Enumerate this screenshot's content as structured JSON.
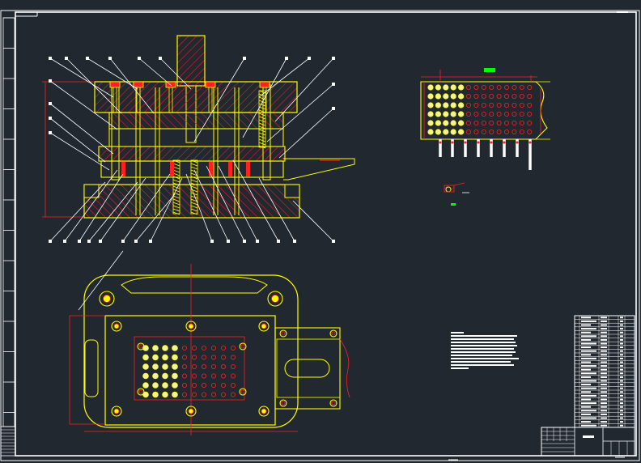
{
  "drawing": {
    "background": "#212830",
    "colors": {
      "frame": "#ffffff",
      "outline": "#ffff00",
      "section_hatch": "#ff2020",
      "leader": "#ffffff",
      "marker": "#00ff00",
      "hole_fill": "#f2f2a0"
    },
    "views": [
      {
        "name": "main-section-view"
      },
      {
        "name": "strip-layout-view"
      },
      {
        "name": "plan-view"
      },
      {
        "name": "small-part-detail"
      }
    ],
    "notes_block": {
      "line_count": 12
    },
    "parts_list": {
      "row_count": 30
    },
    "title_block": {
      "present": true
    }
  }
}
